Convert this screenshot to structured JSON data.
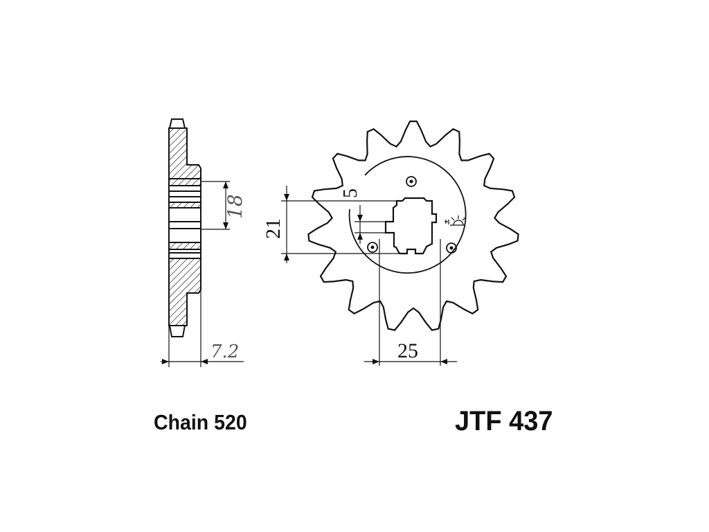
{
  "captions": {
    "chain": "Chain 520",
    "part_number": "JTF 437"
  },
  "dimensions": {
    "thickness": "7.2",
    "spline_height": "18",
    "bore": "21",
    "key_width": "5",
    "pitch_spacing": "25"
  },
  "sprocket": {
    "teeth": 15
  },
  "colors": {
    "ink": "#111111",
    "dimension_text": "#555555",
    "background": "#ffffff"
  }
}
